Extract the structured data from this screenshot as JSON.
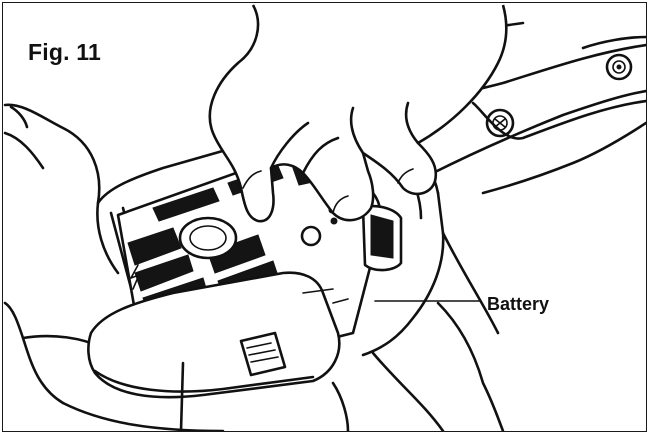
{
  "figure": {
    "label": "Fig. 11",
    "callouts": [
      {
        "id": "battery",
        "label": "Battery"
      }
    ]
  },
  "colors": {
    "ink": "#111111",
    "paper": "#ffffff"
  }
}
